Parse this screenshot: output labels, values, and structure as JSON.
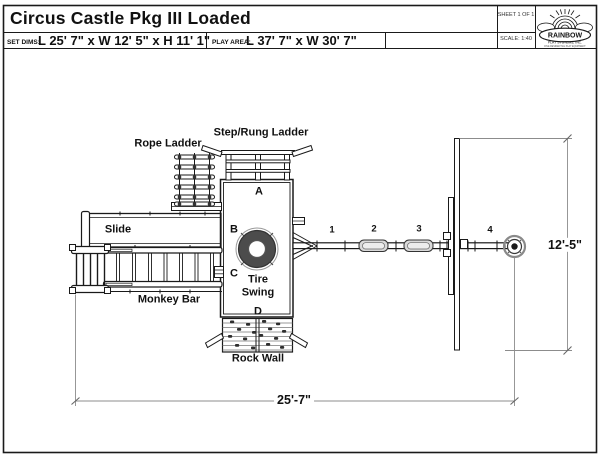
{
  "header": {
    "title": "Circus Castle Pkg III Loaded",
    "sheet": "SHEET 1 OF 1",
    "scale": "SCALE: 1:40",
    "set_dims_label": "SET DIMS:",
    "set_dims_value": "L 25' 7\" x W 12' 5\" x H 11' 1\"",
    "play_area_label": "PLAY AREA:",
    "play_area_value": "L 37' 7\" x W 30' 7\"",
    "logo": {
      "brand": "RAINBOW",
      "company": "PLAY SYSTEMS, INC.",
      "tagline": "FINE RESIDENTIAL PLAY EQUIPMENT"
    }
  },
  "diagram": {
    "component_labels": {
      "rope_ladder": "Rope Ladder",
      "step_rung_ladder": "Step/Rung Ladder",
      "slide": "Slide",
      "monkey_bar": "Monkey Bar",
      "tire_swing": "Tire Swing",
      "rock_wall": "Rock Wall"
    },
    "deck_positions": [
      "A",
      "B",
      "C",
      "D"
    ],
    "swing_positions": [
      "1",
      "2",
      "3",
      "4"
    ],
    "dimensions": {
      "overall_length": "25'-7\"",
      "overall_width": "12'-5\""
    }
  },
  "colors": {
    "line": "#1a1a1a",
    "dim_line": "#8c8c8c",
    "tire_fill": "#4c4c4c",
    "seat_fill": "#d9d9d9"
  }
}
